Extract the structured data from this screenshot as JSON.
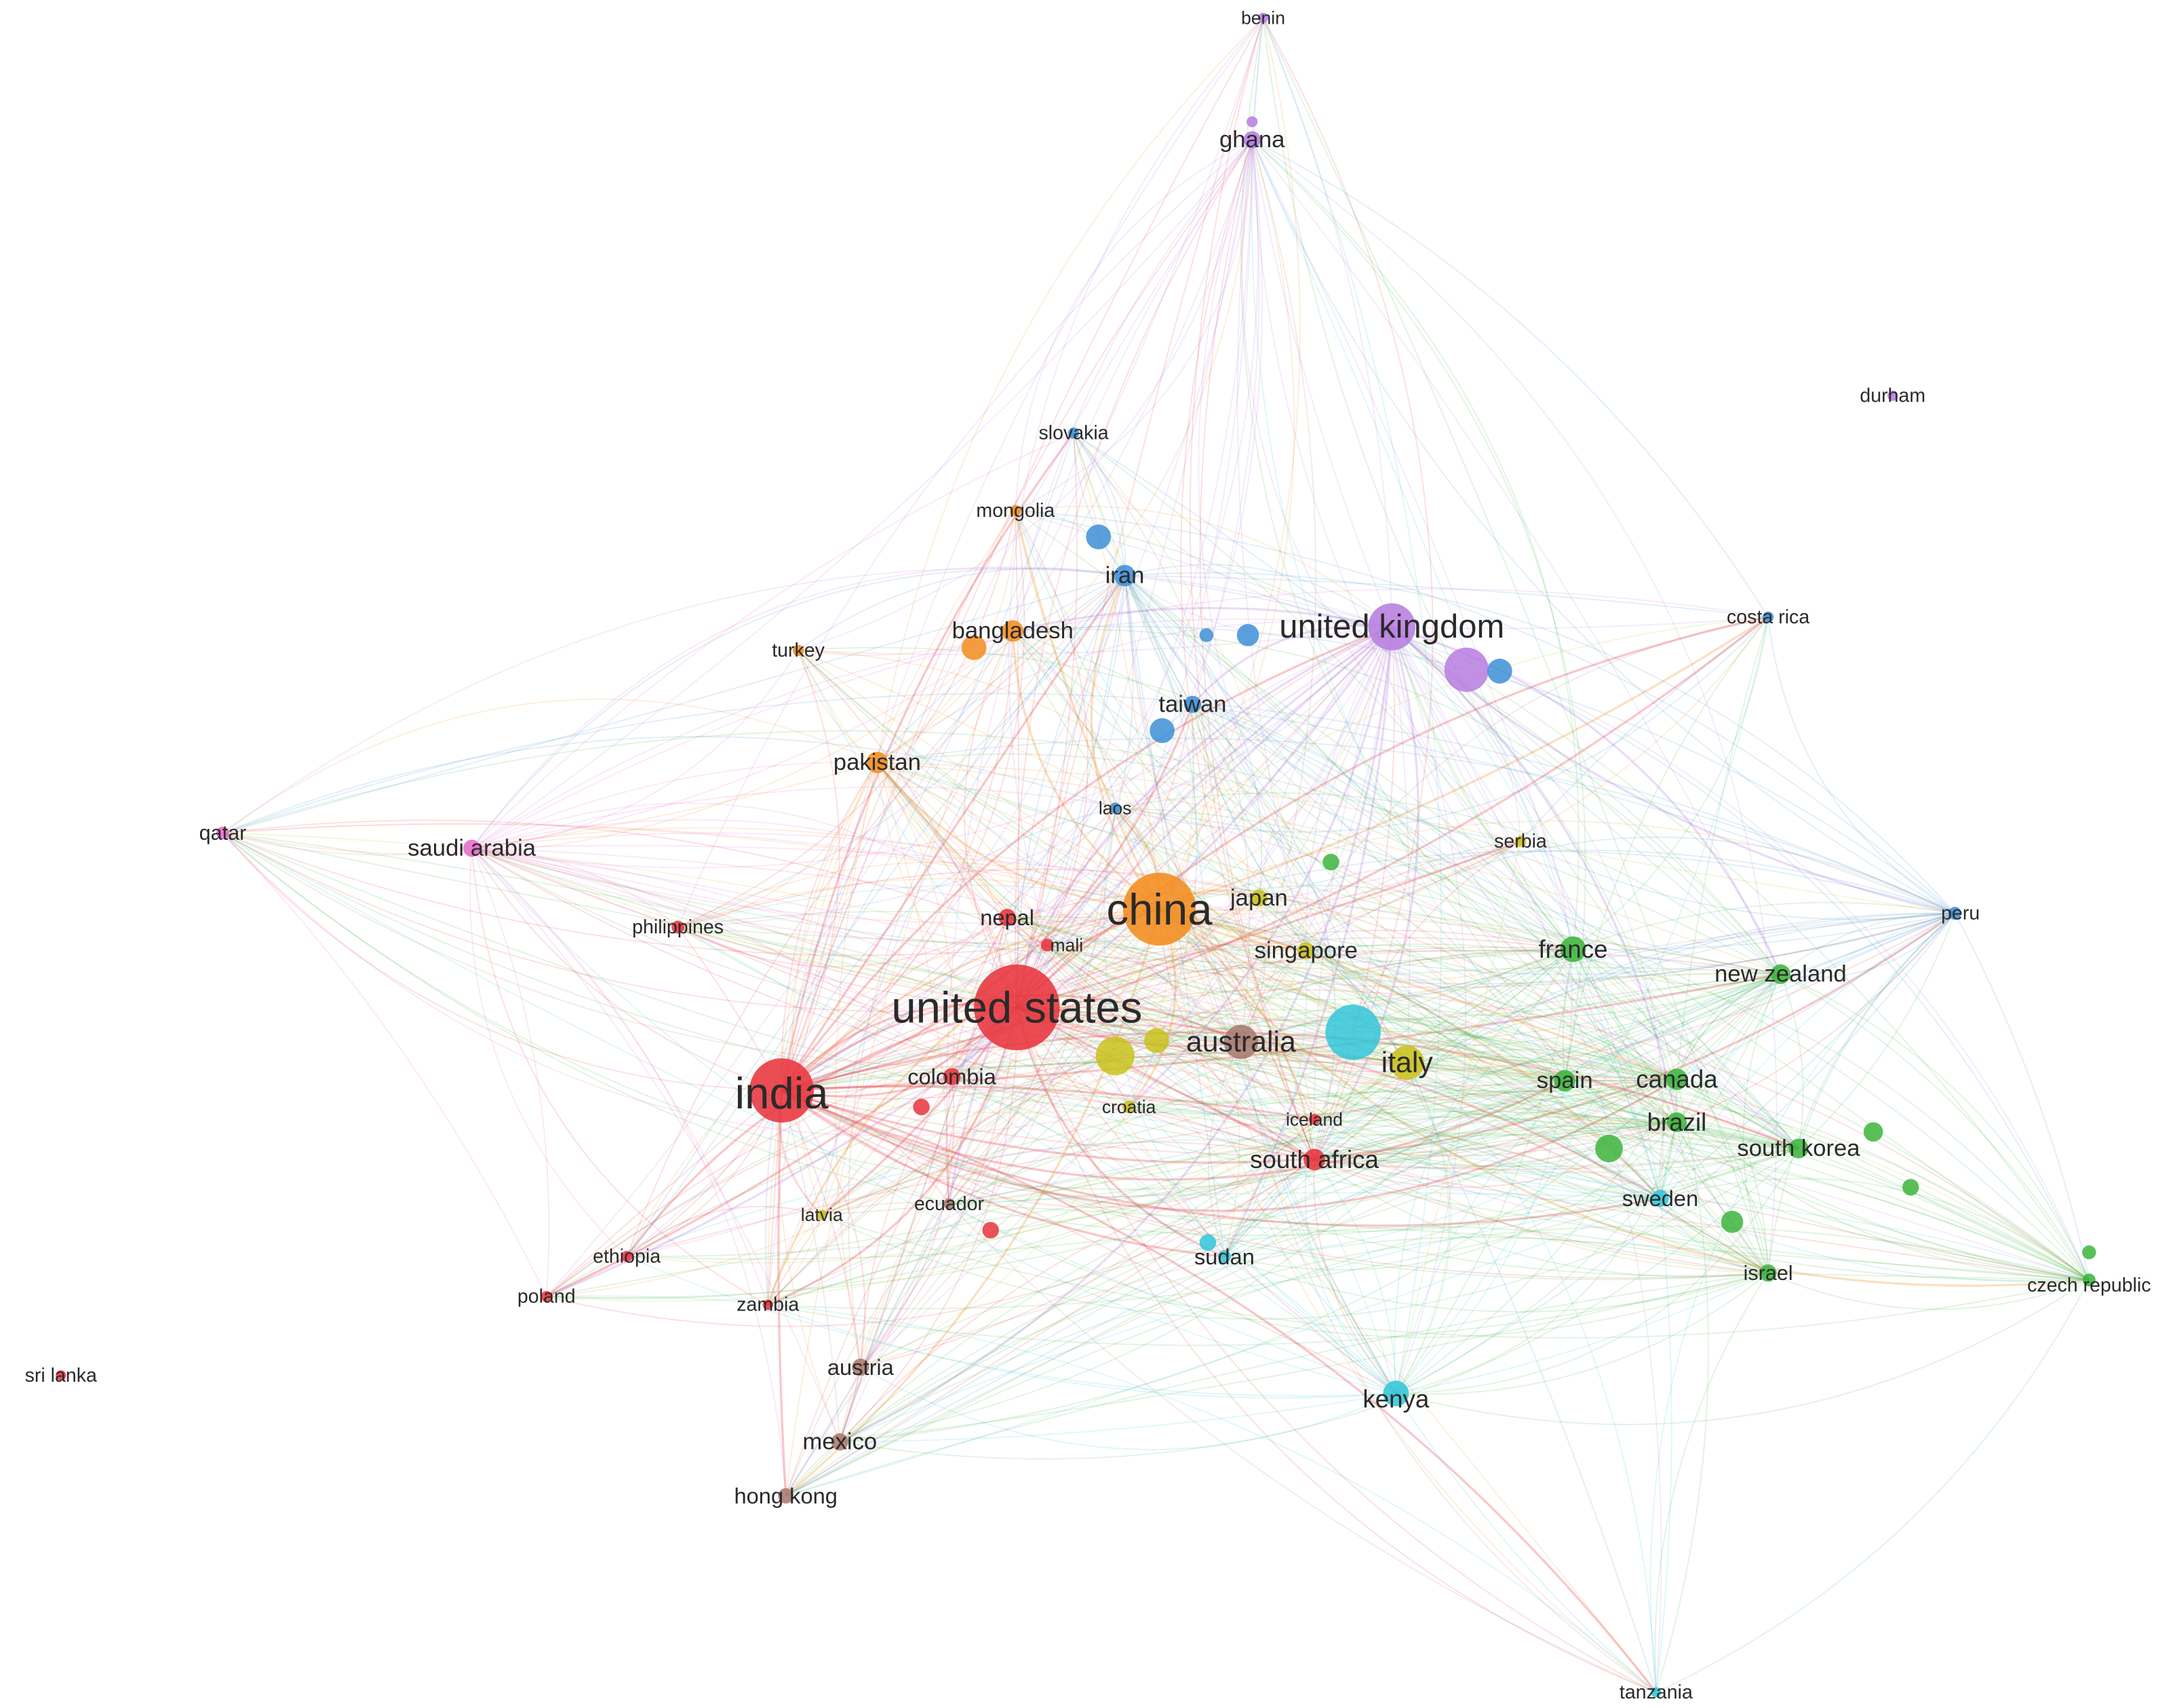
{
  "cluster_colors": {
    "red": "#e8343c",
    "orange": "#f28c1e",
    "blue": "#3d8fd6",
    "purple": "#b77de0",
    "green": "#3cb53c",
    "cyan": "#33c6d9",
    "yellow": "#c9c21c",
    "brown": "#a87a6e",
    "pink": "#e66bc9"
  },
  "nodes": [
    {
      "id": "united_states",
      "label": "united states",
      "cluster": "red",
      "weight": 10
    },
    {
      "id": "india",
      "label": "india",
      "cluster": "red",
      "weight": 7.5
    },
    {
      "id": "china",
      "label": "china",
      "cluster": "orange",
      "weight": 8.5
    },
    {
      "id": "united_kingdom",
      "label": "united kingdom",
      "cluster": "purple",
      "weight": 5.5
    },
    {
      "id": "australia",
      "label": "australia",
      "cluster": "brown",
      "weight": 4
    },
    {
      "id": "italy",
      "label": "italy",
      "cluster": "yellow",
      "weight": 4
    },
    {
      "id": "kenya",
      "label": "kenya",
      "cluster": "cyan",
      "weight": 3
    },
    {
      "id": "france",
      "label": "france",
      "cluster": "green",
      "weight": 3
    },
    {
      "id": "pakistan",
      "label": "pakistan",
      "cluster": "orange",
      "weight": 2.5
    },
    {
      "id": "bangladesh",
      "label": "bangladesh",
      "cluster": "orange",
      "weight": 2.5
    },
    {
      "id": "iran",
      "label": "iran",
      "cluster": "blue",
      "weight": 2.5
    },
    {
      "id": "taiwan",
      "label": "taiwan",
      "cluster": "blue",
      "weight": 2
    },
    {
      "id": "south_africa",
      "label": "south africa",
      "cluster": "red",
      "weight": 2.5
    },
    {
      "id": "spain",
      "label": "spain",
      "cluster": "green",
      "weight": 2.5
    },
    {
      "id": "canada",
      "label": "canada",
      "cluster": "green",
      "weight": 2.5
    },
    {
      "id": "brazil",
      "label": "brazil",
      "cluster": "green",
      "weight": 2.3
    },
    {
      "id": "south_korea",
      "label": "south korea",
      "cluster": "green",
      "weight": 2.3
    },
    {
      "id": "new_zealand",
      "label": "new zealand",
      "cluster": "green",
      "weight": 2.3
    },
    {
      "id": "sweden",
      "label": "sweden",
      "cluster": "cyan",
      "weight": 2
    },
    {
      "id": "israel",
      "label": "israel",
      "cluster": "green",
      "weight": 2
    },
    {
      "id": "czech_republic",
      "label": "czech republic",
      "cluster": "green",
      "weight": 1.5
    },
    {
      "id": "peru",
      "label": "peru",
      "cluster": "blue",
      "weight": 1.5
    },
    {
      "id": "costa_rica",
      "label": "costa rica",
      "cluster": "blue",
      "weight": 1.3
    },
    {
      "id": "japan",
      "label": "japan",
      "cluster": "yellow",
      "weight": 2
    },
    {
      "id": "singapore",
      "label": "singapore",
      "cluster": "yellow",
      "weight": 2
    },
    {
      "id": "nepal",
      "label": "nepal",
      "cluster": "red",
      "weight": 2
    },
    {
      "id": "mali",
      "label": "mali",
      "cluster": "red",
      "weight": 1.5
    },
    {
      "id": "colombia",
      "label": "colombia",
      "cluster": "red",
      "weight": 2
    },
    {
      "id": "croatia",
      "label": "croatia",
      "cluster": "yellow",
      "weight": 1.5
    },
    {
      "id": "iceland",
      "label": "iceland",
      "cluster": "red",
      "weight": 1.3
    },
    {
      "id": "laos",
      "label": "laos",
      "cluster": "blue",
      "weight": 1.3
    },
    {
      "id": "serbia",
      "label": "serbia",
      "cluster": "yellow",
      "weight": 1.3
    },
    {
      "id": "ghana",
      "label": "ghana",
      "cluster": "purple",
      "weight": 2
    },
    {
      "id": "benin",
      "label": "benin",
      "cluster": "purple",
      "weight": 1.2
    },
    {
      "id": "slovakia",
      "label": "slovakia",
      "cluster": "blue",
      "weight": 1.3
    },
    {
      "id": "mongolia",
      "label": "mongolia",
      "cluster": "orange",
      "weight": 1.3
    },
    {
      "id": "turkey",
      "label": "turkey",
      "cluster": "orange",
      "weight": 1.3
    },
    {
      "id": "saudi_arabia",
      "label": "saudi arabia",
      "cluster": "pink",
      "weight": 2
    },
    {
      "id": "qatar",
      "label": "qatar",
      "cluster": "pink",
      "weight": 1.5
    },
    {
      "id": "philippines",
      "label": "philippines",
      "cluster": "red",
      "weight": 1.5
    },
    {
      "id": "latvia",
      "label": "latvia",
      "cluster": "yellow",
      "weight": 1.2
    },
    {
      "id": "ecuador",
      "label": "ecuador",
      "cluster": "brown",
      "weight": 1.3
    },
    {
      "id": "ethiopia",
      "label": "ethiopia",
      "cluster": "red",
      "weight": 1.3
    },
    {
      "id": "poland",
      "label": "poland",
      "cluster": "red",
      "weight": 1.3
    },
    {
      "id": "zambia",
      "label": "zambia",
      "cluster": "red",
      "weight": 1.2
    },
    {
      "id": "sri_lanka",
      "label": "sri lanka",
      "cluster": "red",
      "weight": 1.2
    },
    {
      "id": "austria",
      "label": "austria",
      "cluster": "brown",
      "weight": 2
    },
    {
      "id": "mexico",
      "label": "mexico",
      "cluster": "brown",
      "weight": 2
    },
    {
      "id": "hong_kong",
      "label": "hong kong",
      "cluster": "brown",
      "weight": 1.8
    },
    {
      "id": "sudan",
      "label": "sudan",
      "cluster": "cyan",
      "weight": 1.5
    },
    {
      "id": "tanzania",
      "label": "tanzania",
      "cluster": "cyan",
      "weight": 1.2
    },
    {
      "id": "durham",
      "label": "durham",
      "cluster": "purple",
      "weight": 1.2
    }
  ]
}
